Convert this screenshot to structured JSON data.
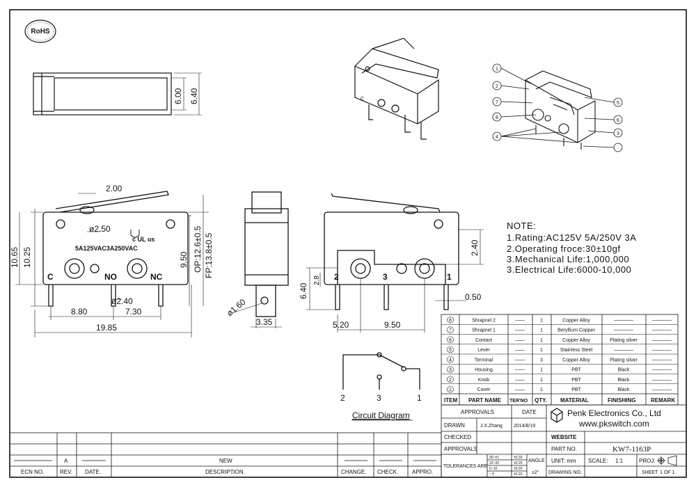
{
  "rohs_logo": "RoHS",
  "top_view": {
    "dim_inner": "6.00",
    "dim_outer": "6.40"
  },
  "front_view": {
    "dim_lever": "2.00",
    "dim_hole": "ø2.50",
    "dim_overall_h1": "10.65",
    "dim_overall_h2": "10.25",
    "dim_body": "9.50",
    "dim_op": "OP:12.6±0.5",
    "dim_fp": "FP:13.8±0.5",
    "dim_terminal": "ø2.40",
    "dim_c_no": "8.80",
    "dim_no_nc": "7.30",
    "dim_total": "19.85",
    "label_c": "C",
    "label_no": "NO",
    "label_nc": "NC",
    "rating_mark": "5A125VAC3A250VAC",
    "ul_mark": "c UL us"
  },
  "side_view": {
    "dim_pin": "ø1.60",
    "dim_width": "3.35"
  },
  "back_view": {
    "dim_2_40": "2.40",
    "dim_2_8": "2.8",
    "dim_6_40": "6.40",
    "dim_5_20": "5.20",
    "dim_9_50": "9.50",
    "dim_0_50": "0.50",
    "pin_2": "2",
    "pin_3": "3",
    "pin_1": "1"
  },
  "notes": {
    "title": "NOTE:",
    "line1": "1.Rating:AC125V 5A/250V 3A",
    "line2": "2.Operating froce:30±10gf",
    "line3": "3.Mechanical Life:1,000,000",
    "line4": "3.Electrical Life:6000-10,000"
  },
  "circuit": {
    "label": "Circuit Diagram",
    "pin2": "2",
    "pin3": "3",
    "pin1": "1"
  },
  "callouts": [
    "1",
    "2",
    "3",
    "4",
    "5",
    "6",
    "7",
    "8"
  ],
  "bom": {
    "rows": [
      {
        "item": "8",
        "name": "Shrapnel 2",
        "ter": "——",
        "qty": "1",
        "material": "Copper Alloy",
        "finishing": "————",
        "remark": "————"
      },
      {
        "item": "7",
        "name": "Shrapnel 1",
        "ter": "——",
        "qty": "1",
        "material": "Beryllium Copper",
        "finishing": "————",
        "remark": "————"
      },
      {
        "item": "6",
        "name": "Contact",
        "ter": "——",
        "qty": "1",
        "material": "Copper Alloy",
        "finishing": "Plating silver",
        "remark": "————"
      },
      {
        "item": "5",
        "name": "Lever",
        "ter": "——",
        "qty": "1",
        "material": "Stainless Steel",
        "finishing": "————",
        "remark": "————"
      },
      {
        "item": "4",
        "name": "Terminal",
        "ter": "——",
        "qty": "3",
        "material": "Copper Alloy",
        "finishing": "Plating silver",
        "remark": "————"
      },
      {
        "item": "3",
        "name": "Housing",
        "ter": "——",
        "qty": "1",
        "material": "PBT",
        "finishing": "Black",
        "remark": "————"
      },
      {
        "item": "2",
        "name": "Knob",
        "ter": "——",
        "qty": "1",
        "material": "PBT",
        "finishing": "Black",
        "remark": "————"
      },
      {
        "item": "1",
        "name": "Cover",
        "ter": "——",
        "qty": "1",
        "material": "PBT",
        "finishing": "Black",
        "remark": "————"
      }
    ],
    "headers": {
      "item": "ITEM",
      "name": "PART NAME",
      "ter": "TER'NO",
      "qty": "QTY.",
      "material": "MATERIAL",
      "finishing": "FINISHING",
      "remark": "REMARK"
    }
  },
  "title_block": {
    "approvals": "APPROVALS",
    "date": "DATE",
    "drawn": "DRAWN",
    "drawn_by": "J.X.Zhang",
    "drawn_date": "2014/8/19",
    "checked": "CHECKED",
    "approvals2": "APPROVALS",
    "company": "Penk Electronics Co., Ltd",
    "website_url": "www.pkswitch.com",
    "website": "WEBSITE",
    "part_no_label": "PART NO.",
    "part_no": "KW7-1163P",
    "tolerances": "TOLERANCES ARE",
    "tol1": "30~±1",
    "tol1v": "±0.30",
    "tol2": "10~20",
    "tol2v": "±0.25",
    "tol3": "5~10",
    "tol3v": "±0.20",
    "tol4": "~ 5",
    "tol4v": "±0.20",
    "angle": "ANGLE",
    "angle_v": "±2°",
    "unit": "UNIT: mm",
    "scale": "SCALE:",
    "scale_v": "1:1",
    "proj": "PROJ.",
    "drawing_no": "DRAWING NO.",
    "sheet": "SHEET",
    "sheet_v": "1 OF 1"
  },
  "revision_block": {
    "rev_a": "A",
    "new": "NEW",
    "ecn_no": "ECN NO.",
    "rev": "REV.",
    "date": "DATE.",
    "description": "DESCRIPTION.",
    "change": "CHANGE.",
    "check": "CHECK.",
    "appro": "APPRO."
  }
}
